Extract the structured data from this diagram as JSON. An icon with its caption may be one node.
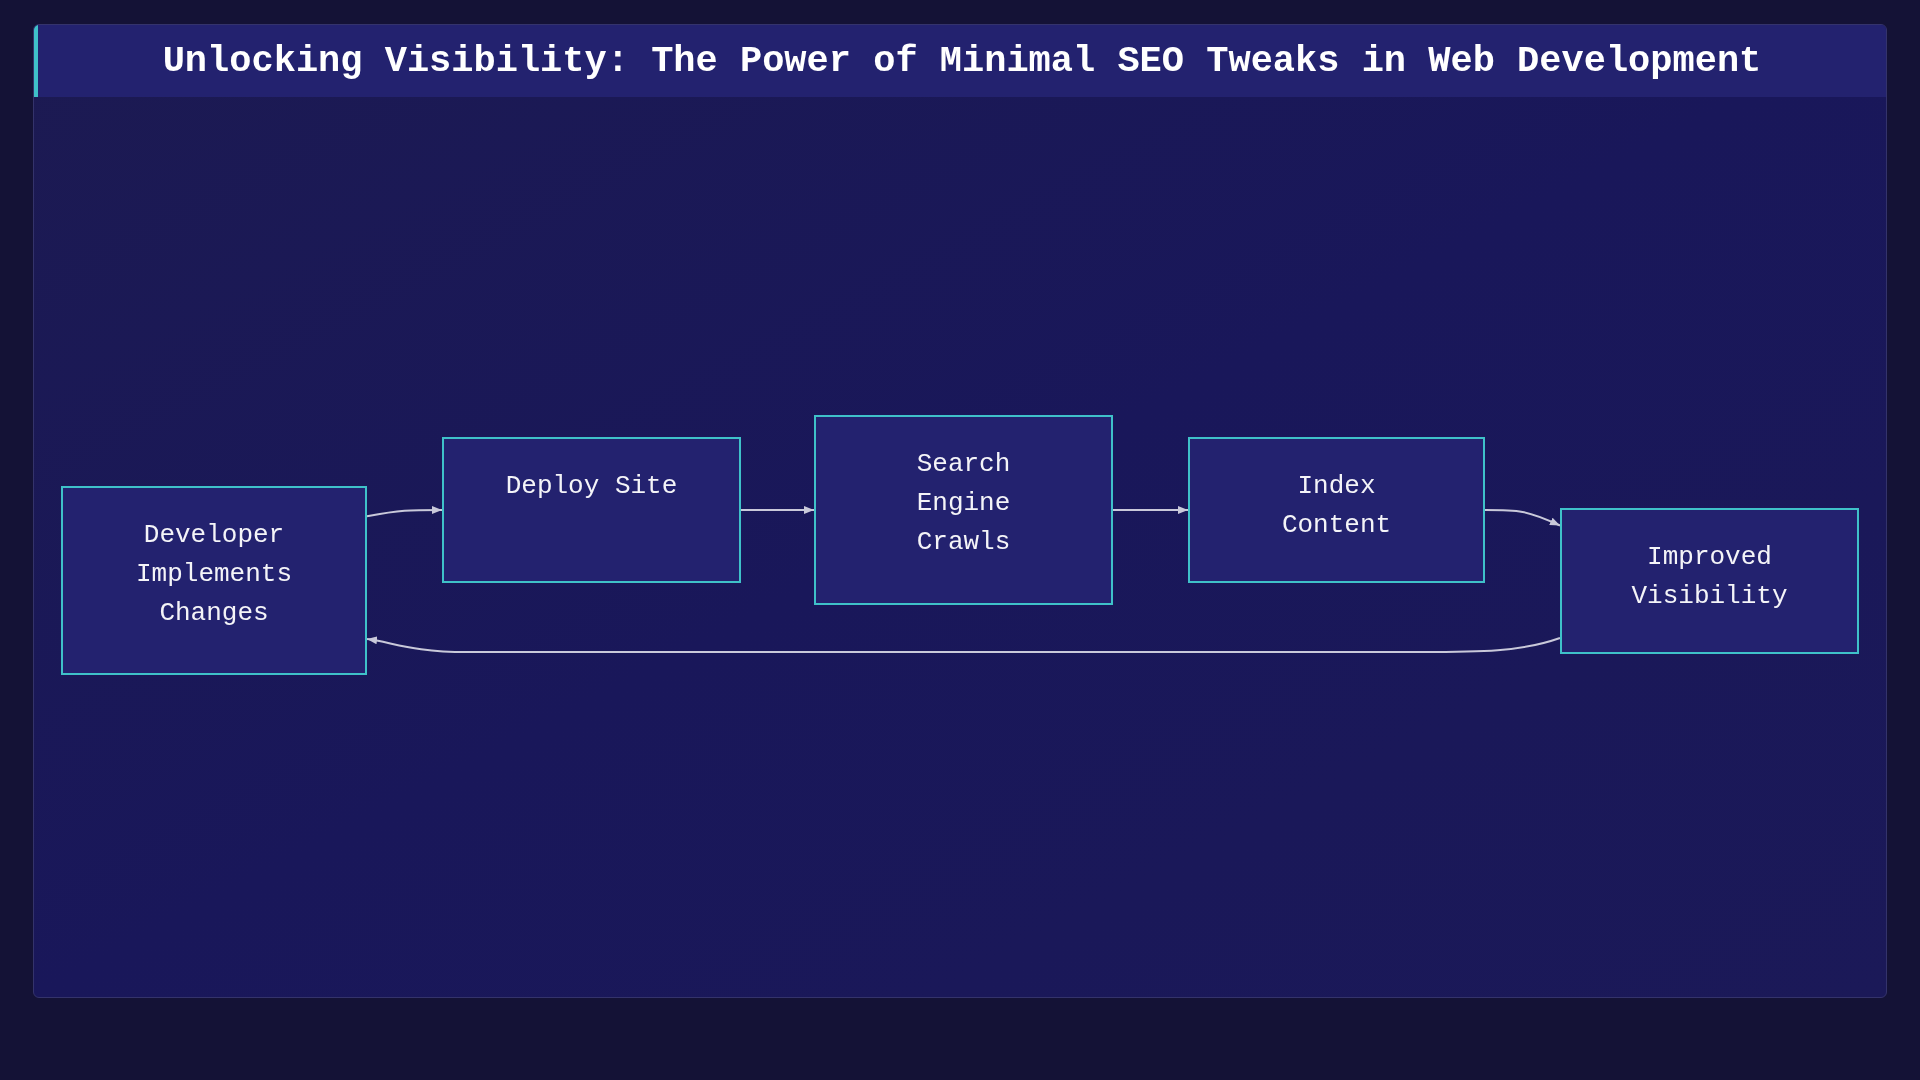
{
  "diagram": {
    "title": "Unlocking Visibility: The Power of Minimal SEO Tweaks in Web Development",
    "nodes": [
      {
        "text": [
          "Developer Implements Changes"
        ]
      },
      {
        "text": [
          "Deploy Site"
        ]
      },
      {
        "text": [
          "Search Engine Crawls"
        ]
      },
      {
        "text": [
          "Index Content"
        ]
      },
      {
        "text": [
          "Improved Visibility"
        ]
      }
    ],
    "edges": [
      {
        "from": 0,
        "to": 1,
        "arrow": "to"
      },
      {
        "from": 1,
        "to": 2,
        "arrow": "to"
      },
      {
        "from": 2,
        "to": 3,
        "arrow": "to"
      },
      {
        "from": 3,
        "to": 4,
        "arrow": "to"
      },
      {
        "from": 4,
        "to": 0,
        "arrow": "to"
      }
    ]
  }
}
